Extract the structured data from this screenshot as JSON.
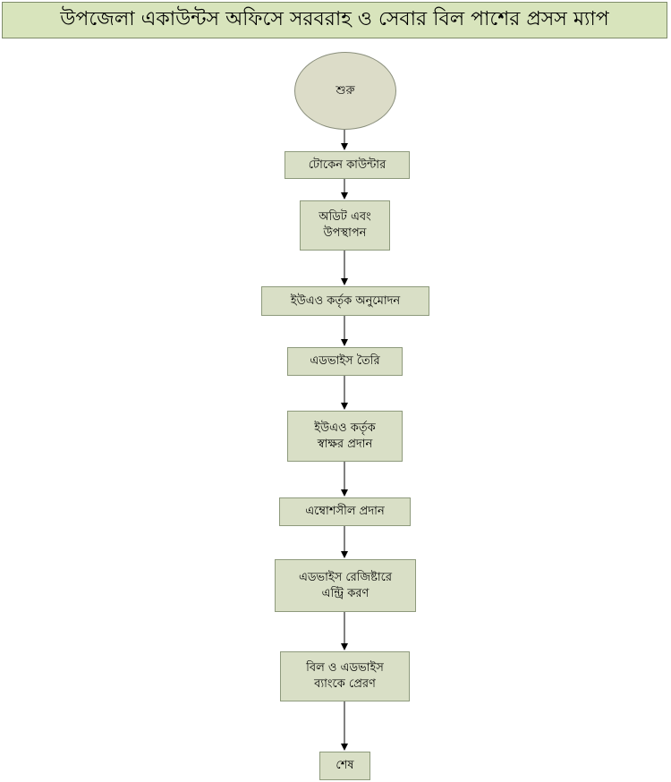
{
  "title": "উপজেলা একাউন্টস অফিসে সরবরাহ ও সেবার বিল পাশের প্রসস ম্যাপ",
  "colors": {
    "title_background": "#d8e4bc",
    "box_fill": "#d9dfc6",
    "start_fill": "#dcdcc8",
    "border": "#8e9a7c",
    "arrow": "#000000"
  },
  "flow": {
    "start": "শুরু",
    "steps": [
      "টোকেন কাউন্টার",
      "অডিট এবং\nউপস্থাপন",
      "ইউএও কর্তৃক অনুমোদন",
      "এডভাইস তৈরি",
      "ইউএও কর্তৃক\nস্বাক্ষর প্রদান",
      "এম্বোশসীল প্রদান",
      "এডভাইস রেজিষ্টারে\nএন্ট্রি করণ",
      "বিল ও এডভাইস\nব্যাংকে প্রেরণ"
    ],
    "end": "শেষ"
  }
}
